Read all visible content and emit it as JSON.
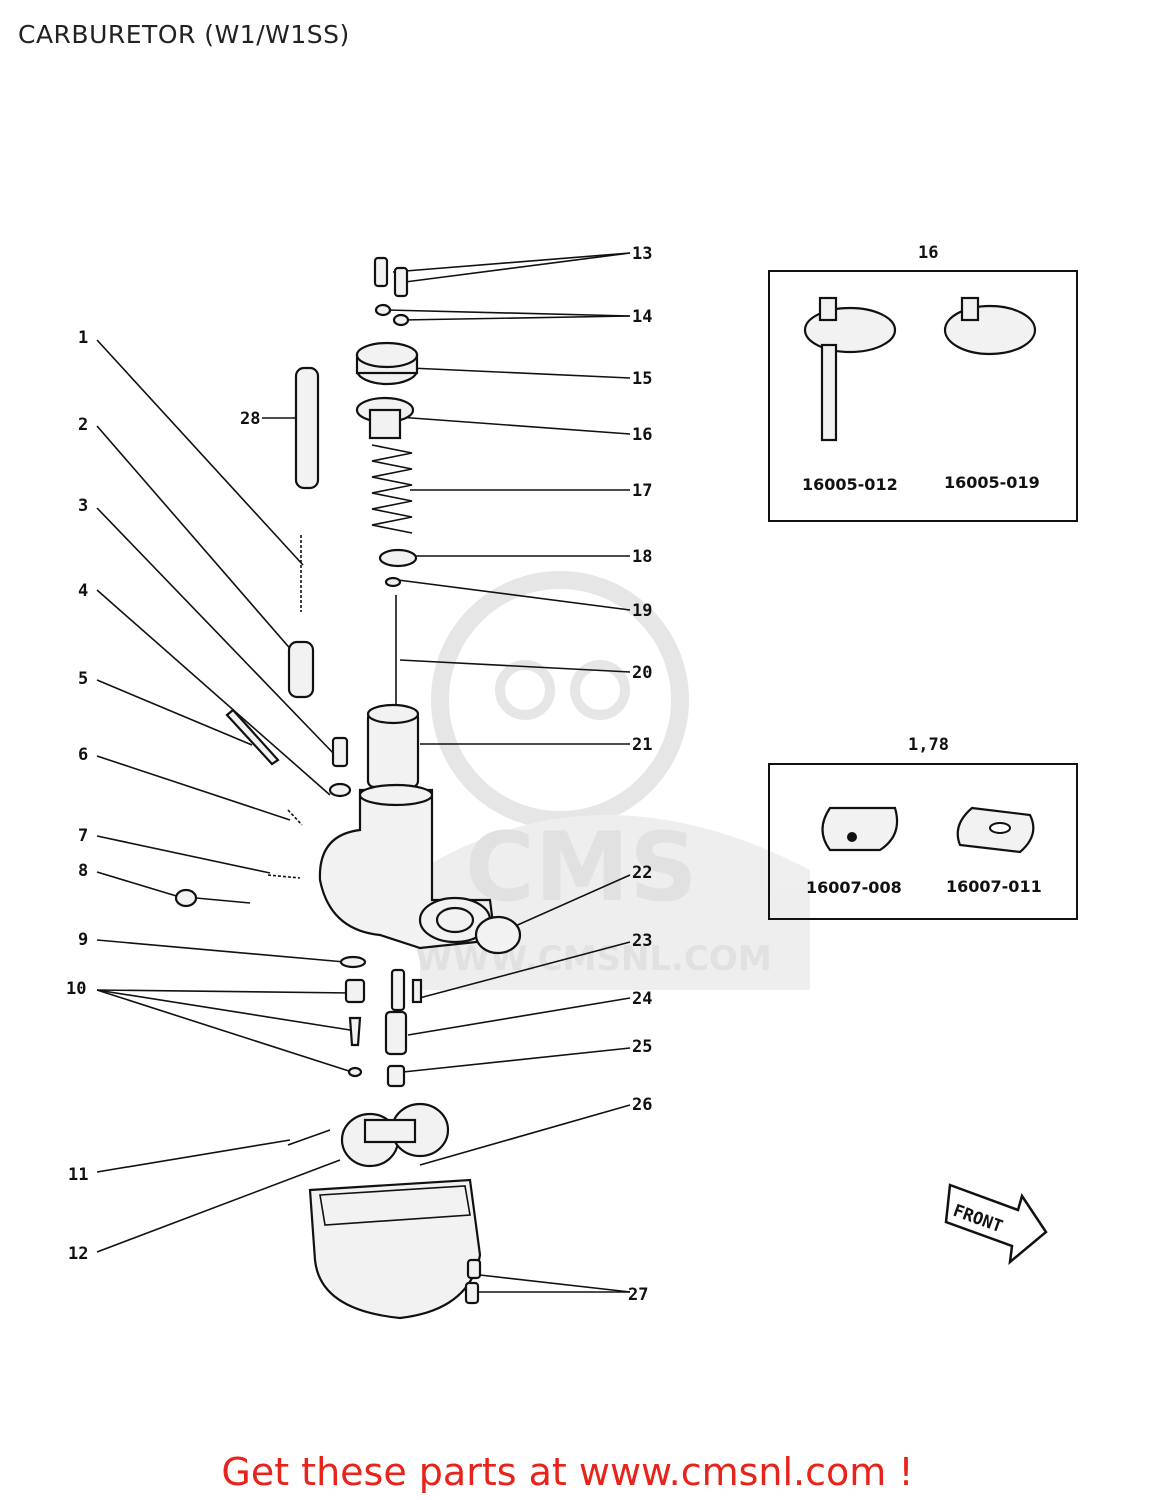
{
  "title": "CARBURETOR (W1/W1SS)",
  "footer": "Get these parts at www.cmsnl.com !",
  "watermark": {
    "brand": "CMS",
    "url": "WWW.CMSNL.COM"
  },
  "callouts": [
    "1",
    "2",
    "3",
    "4",
    "5",
    "6",
    "7",
    "8",
    "9",
    "10",
    "11",
    "12",
    "13",
    "14",
    "15",
    "16",
    "17",
    "18",
    "19",
    "20",
    "21",
    "22",
    "23",
    "24",
    "25",
    "26",
    "27",
    "28"
  ],
  "inset_16": {
    "title": "16",
    "codes": [
      "16005-012",
      "16005-019"
    ]
  },
  "inset_178": {
    "title": "1,78",
    "codes": [
      "16007-008",
      "16007-011"
    ]
  },
  "front_label": "FRONT",
  "colors": {
    "footer": "#e8231b",
    "ink": "#111111",
    "watermark": "#dcdcdc"
  }
}
